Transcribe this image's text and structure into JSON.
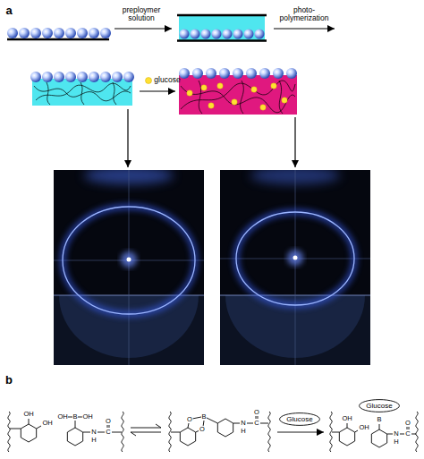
{
  "diagram": {
    "nodes": [
      {
        "text": [
          "Glucose"
        ]
      },
      {
        "text": [
          "Glucose"
        ]
      }
    ],
    "labels": [
      "a",
      "preploymer solution",
      "photo- polymerization",
      "glucose",
      "b",
      "OH",
      "OH",
      "OH",
      "B",
      "OH",
      "N",
      "H",
      "C",
      "O",
      "O",
      "B",
      "O",
      "N",
      "H",
      "C",
      "O",
      "OH",
      "OH",
      "B",
      "N",
      "H",
      "C",
      "O"
    ]
  }
}
